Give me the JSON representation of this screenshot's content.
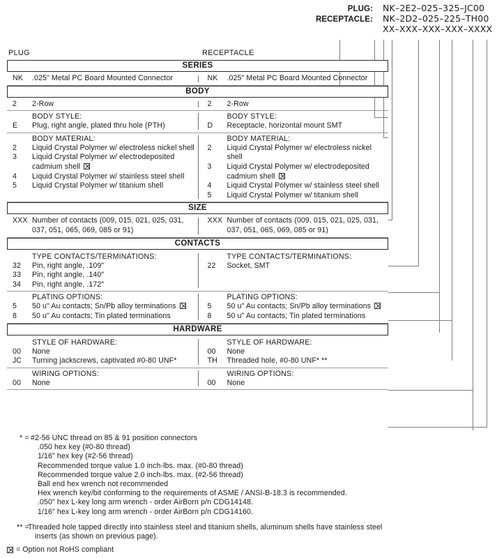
{
  "header": {
    "rows": [
      {
        "label": "PLUG:",
        "value": "NK–2E2–025–325–JC00"
      },
      {
        "label": "RECEPTACLE:",
        "value": "NK–2D2–025–225–TH00"
      },
      {
        "label": "",
        "value": "XX–XXX–XXX–XXX–XXXX"
      }
    ]
  },
  "columns": {
    "left": "PLUG",
    "right": "RECEPTACLE"
  },
  "icons": {
    "rohs": "boxed-x-icon"
  },
  "sections": [
    {
      "title": "SERIES",
      "groups": [
        {
          "left": {
            "heading": "",
            "options": [
              {
                "code": "NK",
                "desc": ".025\" Metal PC Board Mounted Connector",
                "rohs": false
              }
            ]
          },
          "right": {
            "heading": "",
            "options": [
              {
                "code": "NK",
                "desc": ".025\" Metal PC Board Mounted Connector",
                "rohs": false
              }
            ]
          }
        }
      ]
    },
    {
      "title": "BODY",
      "groups": [
        {
          "left": {
            "heading": "",
            "options": [
              {
                "code": "2",
                "desc": "2-Row",
                "rohs": false
              }
            ]
          },
          "right": {
            "heading": "",
            "options": [
              {
                "code": "2",
                "desc": "2-Row",
                "rohs": false
              }
            ]
          }
        },
        {
          "left": {
            "heading": "BODY STYLE:",
            "options": [
              {
                "code": "E",
                "desc": "Plug, right angle, plated thru hole (PTH)",
                "rohs": false
              }
            ]
          },
          "right": {
            "heading": "BODY STYLE:",
            "options": [
              {
                "code": "D",
                "desc": "Receptacle, horizontal mount SMT",
                "rohs": false
              }
            ]
          }
        },
        {
          "left": {
            "heading": "BODY MATERIAL:",
            "options": [
              {
                "code": "2",
                "desc": "Liquid Crystal Polymer w/ electroless nickel shell",
                "rohs": false
              },
              {
                "code": "3",
                "desc": "Liquid Crystal Polymer w/ electrodeposited",
                "desc2": "cadmium shell",
                "rohs": true
              },
              {
                "code": "4",
                "desc": "Liquid Crystal Polymer w/ stainless steel shell",
                "rohs": false
              },
              {
                "code": "5",
                "desc": "Liquid Crystal Polymer w/ titanium shell",
                "rohs": false
              }
            ]
          },
          "right": {
            "heading": "BODY MATERIAL:",
            "options": [
              {
                "code": "2",
                "desc": "Liquid Crystal Polymer w/ electroless nickel shell",
                "rohs": false
              },
              {
                "code": "3",
                "desc": "Liquid Crystal Polymer w/ electrodeposited",
                "desc2": "cadmium shell",
                "rohs": true
              },
              {
                "code": "4",
                "desc": "Liquid Crystal Polymer w/ stainless steel shell",
                "rohs": false
              },
              {
                "code": "5",
                "desc": "Liquid Crystal Polymer w/ titanium shell",
                "rohs": false
              }
            ]
          }
        }
      ]
    },
    {
      "title": "SIZE",
      "groups": [
        {
          "left": {
            "heading": "",
            "options": [
              {
                "code": "XXX",
                "desc": "Number of contacts (009, 015, 021, 025, 031,",
                "desc2": "037, 051, 065, 069, 085 or 91)",
                "rohs": false
              }
            ]
          },
          "right": {
            "heading": "",
            "options": [
              {
                "code": "XXX",
                "desc": "Number of contacts (009, 015, 021, 025, 031,",
                "desc2": "037, 051, 065, 069, 085 or 91)",
                "rohs": false
              }
            ]
          }
        }
      ]
    },
    {
      "title": "CONTACTS",
      "groups": [
        {
          "left": {
            "heading": "TYPE CONTACTS/TERMINATIONS:",
            "options": [
              {
                "code": "32",
                "desc": "Pin, right angle, .109\"",
                "rohs": false
              },
              {
                "code": "33",
                "desc": "Pin, right angle, .140\"",
                "rohs": false
              },
              {
                "code": "34",
                "desc": "Pin, right angle, .172\"",
                "rohs": false
              }
            ]
          },
          "right": {
            "heading": "TYPE CONTACTS/TERMINATIONS:",
            "options": [
              {
                "code": "22",
                "desc": "Socket, SMT",
                "rohs": false
              }
            ]
          }
        },
        {
          "left": {
            "heading": "PLATING OPTIONS:",
            "options": [
              {
                "code": "5",
                "desc": "50 u\" Au contacts; Sn/Pb alloy terminations",
                "rohs": true
              },
              {
                "code": "8",
                "desc": "50 u\" Au contacts; Tin plated terminations",
                "rohs": false
              }
            ]
          },
          "right": {
            "heading": "PLATING OPTIONS:",
            "options": [
              {
                "code": "5",
                "desc": "50 u\" Au contacts; Sn/Pb alloy terminations",
                "rohs": true
              },
              {
                "code": "8",
                "desc": "50 u\" Au contacts; Tin plated terminations",
                "rohs": false
              }
            ]
          }
        }
      ]
    },
    {
      "title": "HARDWARE",
      "groups": [
        {
          "left": {
            "heading": "STYLE OF HARDWARE:",
            "options": [
              {
                "code": "00",
                "desc": "None",
                "rohs": false
              },
              {
                "code": "JC",
                "desc": "Turning jackscrews, captivated #0-80 UNF*",
                "rohs": false
              }
            ]
          },
          "right": {
            "heading": "STYLE OF HARDWARE:",
            "options": [
              {
                "code": "00",
                "desc": "None",
                "rohs": false
              },
              {
                "code": "TH",
                "desc": "Threaded hole, #0-80 UNF*  **",
                "rohs": false
              }
            ]
          }
        },
        {
          "left": {
            "heading": "WIRING OPTIONS:",
            "options": [
              {
                "code": "00",
                "desc": "None",
                "rohs": false
              }
            ]
          },
          "right": {
            "heading": "WIRING OPTIONS:",
            "options": [
              {
                "code": "00",
                "desc": "None",
                "rohs": false
              }
            ]
          }
        }
      ]
    }
  ],
  "footnotes": [
    {
      "mark": "* =",
      "lines": [
        "#2-56 UNC thread on 85 & 91 position connectors",
        ".050 hex key (#0-80 thread)",
        "1/16\" hex key (#2-56 thread)",
        "Recommended torque value 1.0 inch-lbs. max. (#0-80 thread)",
        "Recommended torque value 2.0 inch-lbs. max. (#2-56 thread)",
        "Ball end hex wrench not recommended",
        "Hex wrench key/bit conforming to the requirements of ASME / ANSI-B-18.3 is recommended.",
        ".050\" hex L-key long arm wrench - order AirBorn p/n CDG14148.",
        "1/16\" hex L-key long arm wrench - order AirBorn p/n CDG14160."
      ]
    },
    {
      "mark": "** =",
      "lines": [
        "Threaded hole tapped directly into stainless steel and titanium shells, aluminum shells have stainless steel",
        "inserts (as shown on previous page)."
      ]
    }
  ],
  "rohs_legend": "= Option not RoHS compliant"
}
